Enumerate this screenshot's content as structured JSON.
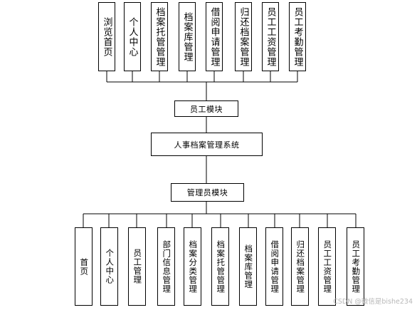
{
  "employee_module": {
    "title": "员工模块",
    "items": [
      "浏览首页",
      "个人中心",
      "档案托管管理",
      "档案库管理",
      "借阅申请管理",
      "归还档案管理",
      "员工工资管理",
      "员工考勤管理"
    ]
  },
  "system": {
    "title": "人事档案管理系统"
  },
  "admin_module": {
    "title": "管理员模块",
    "items": [
      "首页",
      "个人中心",
      "员工管理",
      "部门信息管理",
      "档案分类管理",
      "档案托管管理",
      "档案库管理",
      "借阅申请管理",
      "归还档案管理",
      "员工工资管理",
      "员工考勤管理"
    ]
  },
  "watermark": "CSDN @微信是bishe234"
}
